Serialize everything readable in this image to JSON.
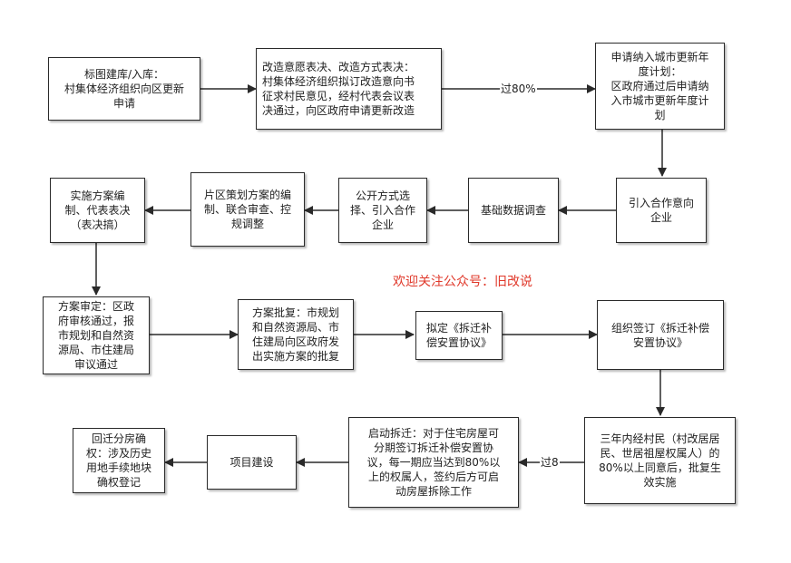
{
  "nodes": {
    "n1": "标图建库/入库：\n村集体经济组织向区更新\n申请",
    "n2": "改造意愿表决、改造方式表决：\n村集体经济组织拟订改造意向书\n征求村民意见，经村代表会议表\n决通过，向区政府申请更新改造",
    "n3": "申请纳入城市更新年\n度计划：\n区政府通过后申请纳\n入市城市更新年度计\n划",
    "n4": "引入合作意向\n企业",
    "n5": "基础数据调查",
    "n6": "公开方式选\n择、引入合作\n企业",
    "n7": "片区策划方案的编\n制、联合审查、控\n规调整",
    "n8": "实施方案编\n制、代表表决\n（表决搞）",
    "n9": "方案审定：区政\n府审核通过，报\n市规划和自然资\n源局、市住建局\n审议通过",
    "n10": "方案批复：市规划\n和自然资源局、市\n住建局向区政府发\n出实施方案的批复",
    "n11": "拟定《拆迁补\n偿安置协议》",
    "n12": "组织签订《拆迁补偿\n安置协议》",
    "n13": "三年内经村民（村改居居\n民、世居祖屋权属人）的\n80%以上同意后，批复生\n效实施",
    "n14": "启动拆迁：对于住宅房屋可\n分期签订拆迁补偿安置协\n议，每一期应当达到80%以\n上的权属人，签约后方可启\n动房屋拆除工作",
    "n15": "项目建设",
    "n16": "回迁分房确\n权：涉及历史\n用地手续地块\n确权登记"
  },
  "edge_labels": {
    "pass_80": "过80%",
    "pass_8": "过8"
  },
  "watermark": "欢迎关注公众号：旧改说",
  "colors": {
    "border": "#2a2a2a",
    "arrow": "#2a2a2a",
    "watermark": "#e0392b"
  }
}
